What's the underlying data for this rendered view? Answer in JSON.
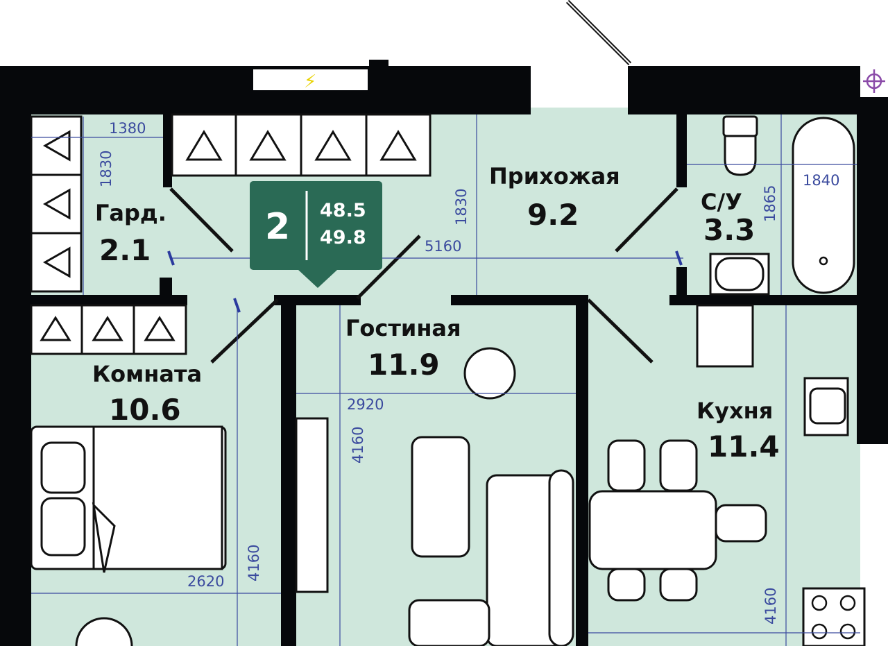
{
  "colors": {
    "floor": "#cfe7dc",
    "wall": "#06080b",
    "badge": "#2a6a55",
    "dimension": "#3a4a9e",
    "riser": "#8a4aa8",
    "power": "#e8d200"
  },
  "badge": {
    "rooms": "2",
    "area_living": "48.5",
    "area_total": "49.8"
  },
  "rooms": {
    "wardrobe": {
      "name": "Гард.",
      "area": "2.1"
    },
    "hallway": {
      "name": "Прихожая",
      "area": "9.2"
    },
    "bathroom": {
      "name": "С/У",
      "area": "3.3"
    },
    "bedroom": {
      "name": "Комната",
      "area": "10.6"
    },
    "living": {
      "name": "Гостиная",
      "area": "11.9"
    },
    "kitchen": {
      "name": "Кухня",
      "area": "11.4"
    }
  },
  "dimensions": {
    "wardrobe_width": "1380",
    "wardrobe_depth": "1830",
    "hall_depth": "1830",
    "hall_length": "5160",
    "bath_length": "1840",
    "bath_depth": "1865",
    "living_width": "2920",
    "living_depth": "4160",
    "bedroom_depth": "4160",
    "bedroom_width": "2620",
    "kitchen_depth": "4160"
  }
}
